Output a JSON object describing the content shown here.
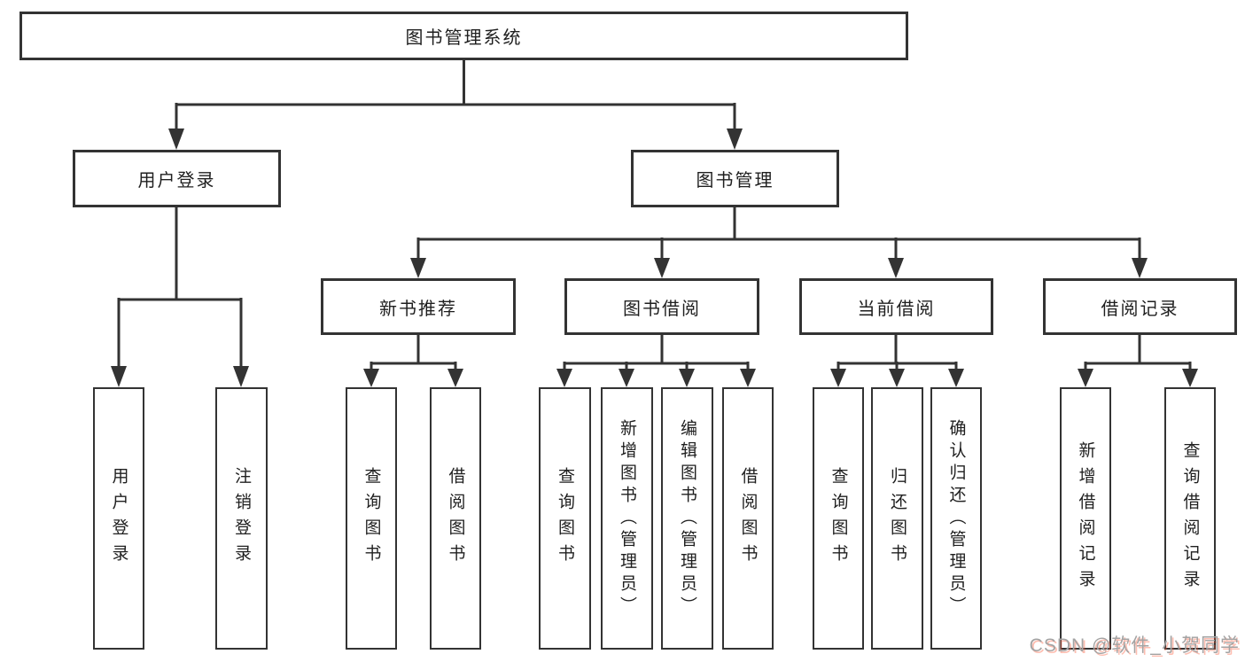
{
  "tree": {
    "label": "图书管理系统",
    "children": [
      {
        "label": "用户登录",
        "children": [
          {
            "label": "用户登录"
          },
          {
            "label": "注销登录"
          }
        ]
      },
      {
        "label": "图书管理",
        "children": [
          {
            "label": "新书推荐",
            "children": [
              {
                "label": "查询图书"
              },
              {
                "label": "借阅图书"
              }
            ]
          },
          {
            "label": "图书借阅",
            "children": [
              {
                "label": "查询图书"
              },
              {
                "label": "新增图书（管理员）"
              },
              {
                "label": "编辑图书（管理员）"
              },
              {
                "label": "借阅图书"
              }
            ]
          },
          {
            "label": "当前借阅",
            "children": [
              {
                "label": "查询图书"
              },
              {
                "label": "归还图书"
              },
              {
                "label": "确认归还（管理员）"
              }
            ]
          },
          {
            "label": "借阅记录",
            "children": [
              {
                "label": "新增借阅记录"
              },
              {
                "label": "查询借阅记录"
              }
            ]
          }
        ]
      }
    ]
  },
  "watermark": {
    "text": "CSDN @软件_小贺同学"
  },
  "colors": {
    "line": "#333333",
    "box_border": "#333333",
    "text": "#1f1f1f",
    "background": "#ffffff",
    "watermark_gray": "#a3a3a3",
    "watermark_accent": "#fc5531"
  }
}
